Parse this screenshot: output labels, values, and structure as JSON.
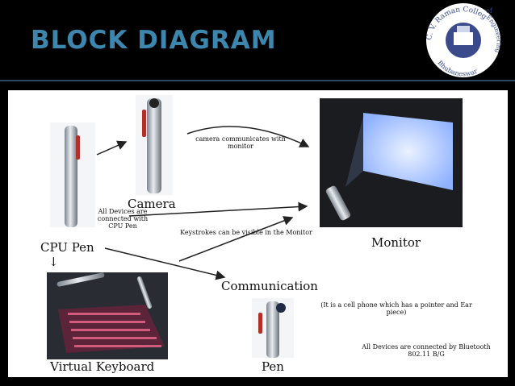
{
  "slide": {
    "title": "BLOCK DIAGRAM",
    "background": "#000000",
    "title_color": "#3d86ad"
  },
  "logo": {
    "top_text": "C. V. Raman College",
    "of_text": "of",
    "right_text": "Engineering",
    "bottom_text": "Bhubaneswar"
  },
  "diagram": {
    "camera_label": "Camera",
    "cpu_pen_label": "CPU Pen",
    "monitor_label": "Monitor",
    "communication_label": "Communication",
    "virtual_keyboard_label": "Virtual Keyboard",
    "pen_label": "Pen",
    "camera_note": "camera communicates with monitor",
    "all_devices_note": "All Devices are connected with CPU Pen",
    "keystrokes_note": "Keystrokes can be visible in the Monitor",
    "cell_phone_note": "(It is a cell phone which has a pointer and Ear piece)",
    "bluetooth_note": "All Devices are connected by Bluetooth 802.11 B/G",
    "down_arrow": "↓"
  }
}
